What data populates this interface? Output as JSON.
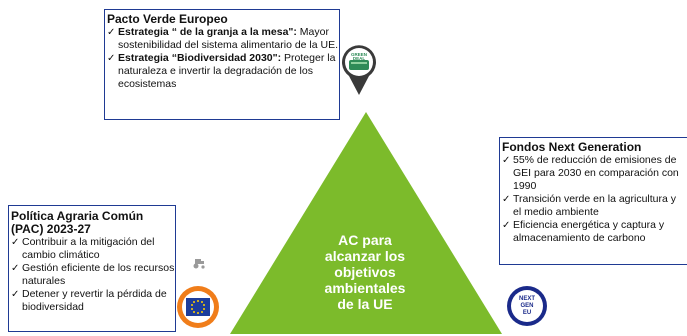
{
  "top_box": {
    "title": "Pacto Verde Europeo",
    "items": [
      {
        "bold": "Estrategia “ de la granja a la mesa\":",
        "text": " Mayor sostenibilidad del sistema alimentario de la UE."
      },
      {
        "bold": "Estrategia “Biodiversidad 2030\":",
        "text": " Proteger la naturaleza e invertir la degradación de los ecosistemas"
      }
    ]
  },
  "left_box": {
    "title": "Política Agraria Común (PAC) 2023-27",
    "items": [
      "Contribuir a la mitigación del cambio climático",
      "Gestión eficiente de los recursos naturales",
      "Detener y revertir la pérdida de biodiversidad"
    ]
  },
  "right_box": {
    "title": "Fondos Next Generation",
    "items": [
      "55% de reducción de emisiones de GEI para 2030 en comparación con 1990",
      "Transición verde en la agricultura y el medio ambiente",
      "Eficiencia energética y captura y almacenamiento de carbono"
    ]
  },
  "center": {
    "text_lines": [
      "AC para",
      "alcanzar los",
      "objetivos",
      "ambientales",
      "de la UE"
    ]
  },
  "pins": {
    "top": {
      "label_lines": [
        "GREEN",
        "DEAL"
      ],
      "color": "#2e8b57"
    },
    "left": {
      "color": "#f07d1a"
    },
    "right": {
      "label_lines": [
        "NEXT",
        "GEN",
        "EU"
      ],
      "color": "#1a2a8a"
    }
  },
  "colors": {
    "triangle": "#7cbb2b",
    "border": "#1f3a93",
    "eu_blue": "#1d3d9b",
    "eu_star": "#ffd000"
  },
  "icons": {
    "check": "✓",
    "tractor": "tractor-icon"
  }
}
